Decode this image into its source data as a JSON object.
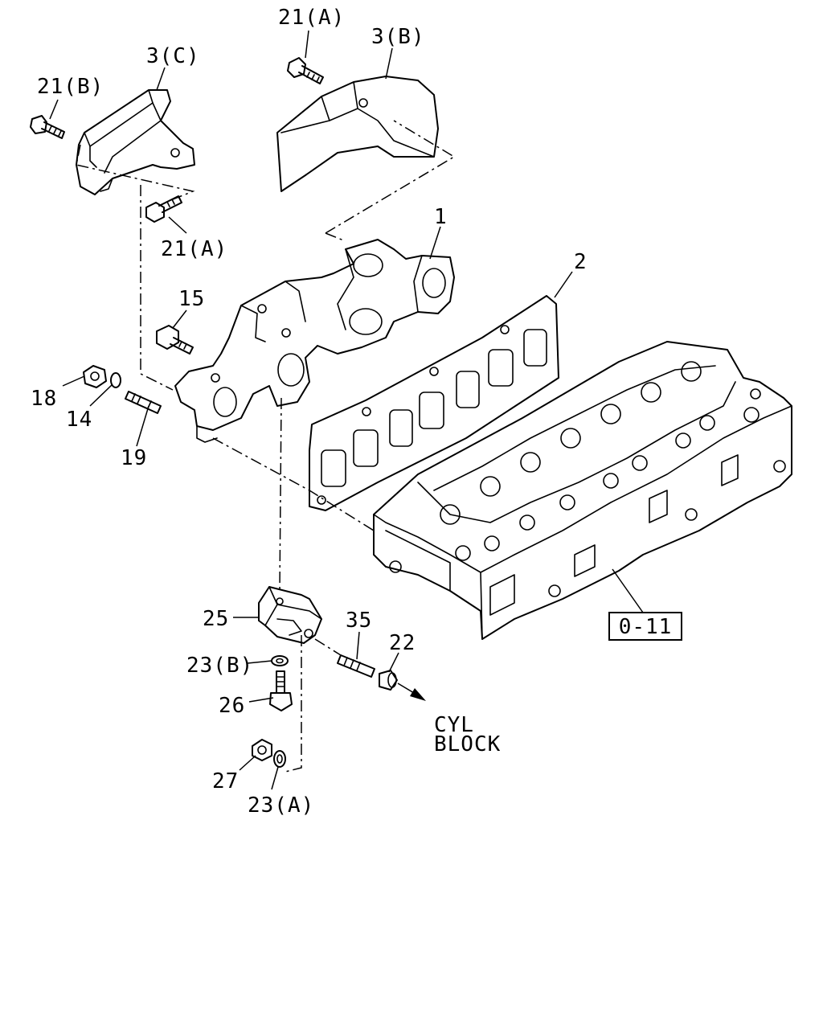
{
  "labels": {
    "l21a_top": "21(A)",
    "l3b": "3(B)",
    "l3c": "3(C)",
    "l21b": "21(B)",
    "l21a_mid": "21(A)",
    "l1": "1",
    "l2": "2",
    "l15": "15",
    "l18": "18",
    "l14": "14",
    "l19": "19",
    "l25": "25",
    "l35": "35",
    "l22": "22",
    "l23b": "23(B)",
    "l26": "26",
    "l27": "27",
    "l23a": "23(A)",
    "ref_box": "0-11",
    "cyl": "CYL",
    "block": "BLOCK"
  }
}
